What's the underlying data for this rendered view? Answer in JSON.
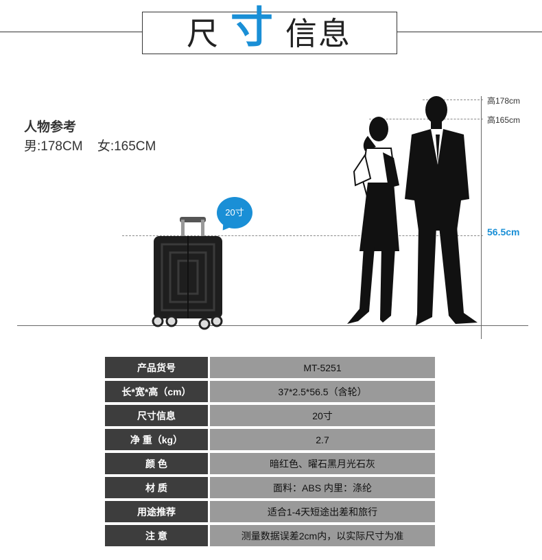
{
  "header": {
    "title_chars": [
      "尺",
      "寸",
      "信",
      "息"
    ]
  },
  "reference": {
    "title": "人物参考",
    "male": "男:178CM",
    "female": "女:165CM"
  },
  "height_labels": {
    "male": "高178cm",
    "female": "高165cm",
    "luggage": "56.5cm"
  },
  "bubble_text": "20寸",
  "specs": [
    {
      "label": "产品货号",
      "value": "MT-5251"
    },
    {
      "label": "长*宽*高（cm）",
      "value": "37*2.5*56.5（含轮）"
    },
    {
      "label": "尺寸信息",
      "value": "20寸"
    },
    {
      "label": "净 重（kg）",
      "value": "2.7"
    },
    {
      "label": "颜   色",
      "value": "暗红色、曜石黑月光石灰"
    },
    {
      "label": "材   质",
      "value": "面料：ABS 内里：涤纶"
    },
    {
      "label": "用途推荐",
      "value": "适合1-4天短途出差和旅行"
    },
    {
      "label": "注   意",
      "value": "测量数据误差2cm内，以实际尺寸为准"
    }
  ],
  "colors": {
    "accent": "#1a8fd6",
    "label_cell": "#3d3d3d",
    "value_cell": "#9a9a9a"
  }
}
